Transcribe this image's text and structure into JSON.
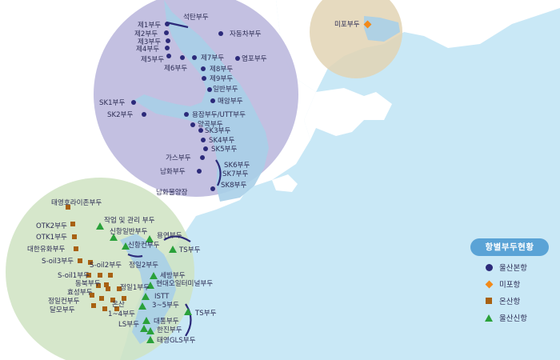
{
  "legend": {
    "title": "항별부두현황",
    "items": [
      {
        "label": "울산본항",
        "symbol": "circle",
        "color": "#2c2a7a"
      },
      {
        "label": "미포항",
        "symbol": "diamond",
        "color": "#f28a1a"
      },
      {
        "label": "온산항",
        "symbol": "square",
        "color": "#a86112"
      },
      {
        "label": "울산신항",
        "symbol": "triangle",
        "color": "#2aa13a"
      }
    ]
  },
  "colors": {
    "sea": "#c9e8f6",
    "land": "#ffffff",
    "bonhang_zone": "#b9b5dc",
    "mipo_zone": "#e2d4b4",
    "onsan_zone": "#cfe3c2",
    "river": "#a9cfe8",
    "label": "#2d2d55"
  },
  "ports": {
    "ulsan_main": [
      "석탄부두",
      "제1부두",
      "제2부두",
      "제3부두",
      "제4부두",
      "제5부두",
      "제6부두",
      "제7부두",
      "자동차부두",
      "염포부두",
      "제8부두",
      "제9부두",
      "일반부두",
      "매암부두",
      "SK1부두",
      "SK2부두",
      "용잠부두/UTT부두",
      "양곡부두",
      "SK3부두",
      "SK4부두",
      "SK5부두",
      "가스부두",
      "남화부두",
      "SK6부두",
      "SK7부두",
      "SK8부두",
      "남화물양장"
    ],
    "mipo": [
      "미포부두"
    ],
    "onsan": [
      "태영호라이존부두",
      "OTK2부두",
      "OTK1부두",
      "대한유화부두",
      "S-oil3부두",
      "S-oil1부두",
      "동북부두",
      "효성부두",
      "정일컨부두",
      "달모부두",
      "S-oil2부두",
      "정일1부두",
      "온산",
      "1~4부두"
    ],
    "ulsan_new": [
      "작업 및 관리 부두",
      "신항일반부두",
      "용연부두",
      "신항컨부두",
      "TS부두",
      "정일2부두",
      "세방부두",
      "현대오일터미널부두",
      "ISTT",
      "3~5부두",
      "TS부두",
      "대통부두",
      "LS부두",
      "한진부두",
      "태영GLS부두"
    ]
  }
}
